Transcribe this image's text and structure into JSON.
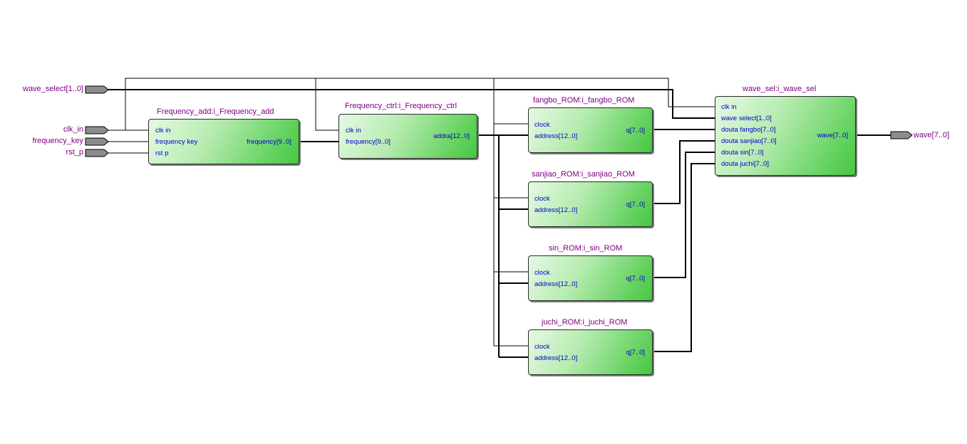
{
  "inputs": {
    "wave_select": "wave_select[1..0]",
    "clk_in": "clk_in",
    "frequency_key": "frequency_key",
    "rst_p": "rst_p"
  },
  "outputs": {
    "wave": "wave[7..0]"
  },
  "blocks": {
    "freq_add": {
      "title": "Frequency_add:i_Frequency_add",
      "in": [
        "clk  in",
        "frequency  key",
        "rst  p"
      ],
      "out": [
        "frequency[9..0]"
      ]
    },
    "freq_ctrl": {
      "title": "Frequency_ctrl:i_Frequency_ctrl",
      "in": [
        "clk  in",
        "frequency[9..0]"
      ],
      "out": [
        "addra[12..0]"
      ]
    },
    "fangbo": {
      "title": "fangbo_ROM:i_fangbo_ROM",
      "in": [
        "clock",
        "address[12..0]"
      ],
      "out": [
        "q[7..0]"
      ]
    },
    "sanjiao": {
      "title": "sanjiao_ROM:i_sanjiao_ROM",
      "in": [
        "clock",
        "address[12..0]"
      ],
      "out": [
        "q[7..0]"
      ]
    },
    "sin": {
      "title": "sin_ROM:i_sin_ROM",
      "in": [
        "clock",
        "address[12..0]"
      ],
      "out": [
        "q[7..0]"
      ]
    },
    "juchi": {
      "title": "juchi_ROM:i_juchi_ROM",
      "in": [
        "clock",
        "address[12..0]"
      ],
      "out": [
        "q[7..0]"
      ]
    },
    "wave_sel": {
      "title": "wave_sel:i_wave_sel",
      "in": [
        "clk  in",
        "wave  select[1..0]",
        "douta  fangbo[7..0]",
        "douta  sanjiao[7..0]",
        "douta  sin[7..0]",
        "douta  juchi[7..0]"
      ],
      "out": [
        "wave[7..0]"
      ]
    }
  },
  "colors": {
    "block_gradient_start": "#e6f9e4",
    "block_gradient_end": "#47c742",
    "title_text": "#800080",
    "port_text": "#0000cc",
    "wire": "#000000",
    "pin_fill": "#8c8c8c"
  }
}
